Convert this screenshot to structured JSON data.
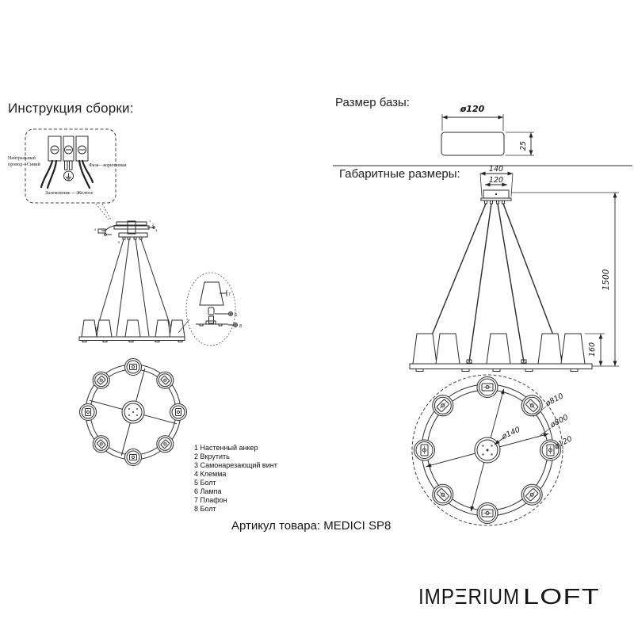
{
  "titles": {
    "assembly": "Инструкция сборки:",
    "base_size": "Размер базы:",
    "overall_size": "Габаритные размеры:"
  },
  "wiring": {
    "neutral_line1": "Нейтральный",
    "neutral_line2": "провод—Синий",
    "phase": "Фаза—коричневая",
    "ground": "Заземление —Желтое"
  },
  "base_dims": {
    "diameter": "ø120",
    "height": "25"
  },
  "overall_dims": {
    "canopy_width": "140",
    "canopy_mount": "120",
    "height": "1500",
    "shade_height": "160"
  },
  "top_view_dims": {
    "outer": "ø810",
    "ring": "ø800",
    "shade": "ø120",
    "hub": "ø140"
  },
  "mount_callouts": {
    "c1": "1",
    "c2": "2",
    "c3": "3",
    "c4": "4",
    "c5": "5"
  },
  "detail_callouts": {
    "shade": "7",
    "lamp": "6",
    "bolt": "8"
  },
  "parts": [
    "1 Настенный анкер",
    "2 Вкрутить",
    "3 Самонарезающий винт",
    "4 Клемма",
    "5 Болт",
    "6 Лампа",
    "7 Плафон",
    "8 Болт"
  ],
  "article": "Артикул товара: MEDICI SP8",
  "logo": {
    "imperium": "IMPΞRIUM",
    "loft": "LOFT",
    "imperium_color": "#9b9b9d",
    "loft_color": "#f2a4a4"
  }
}
